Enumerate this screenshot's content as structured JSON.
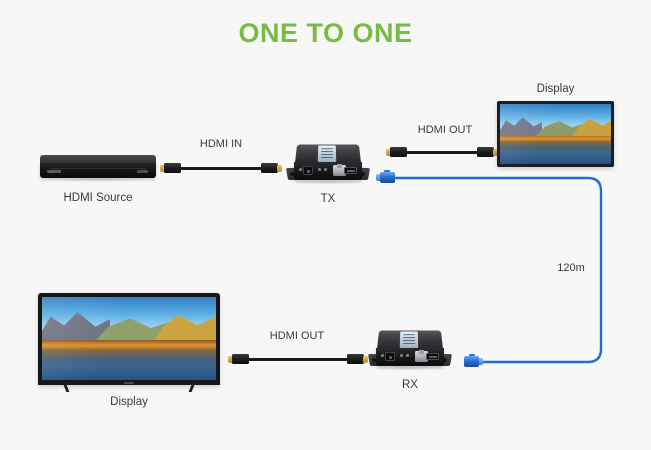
{
  "page": {
    "title": "ONE TO ONE",
    "background_color": "#f7f7f7",
    "title_color": "#76bc43"
  },
  "diagram": {
    "type": "hdmi-extender-one-to-one-topology",
    "nodes": [
      {
        "id": "hdmi-source",
        "caption": "HDMI Source",
        "kind": "blu-ray-player"
      },
      {
        "id": "tx",
        "caption": "TX",
        "kind": "hdmi-extender-transmitter"
      },
      {
        "id": "display-top",
        "caption": "Display",
        "kind": "monitor"
      },
      {
        "id": "rx",
        "caption": "RX",
        "kind": "hdmi-extender-receiver"
      },
      {
        "id": "display-bottom",
        "caption": "Display",
        "kind": "television"
      }
    ],
    "cable_labels": {
      "hdmi_in": "HDMI IN",
      "hdmi_out_top": "HDMI OUT",
      "hdmi_out_bottom": "HDMI OUT",
      "distance": "120m"
    },
    "cables": [
      {
        "id": "hdmi-in-cable",
        "label": "HDMI IN",
        "from": "hdmi-source",
        "to": "tx",
        "color": "#1b1b1d",
        "kind": "hdmi"
      },
      {
        "id": "hdmi-out-top-cable",
        "label": "HDMI OUT",
        "from": "tx",
        "to": "display-top",
        "color": "#1b1b1d",
        "kind": "hdmi"
      },
      {
        "id": "cat-cable",
        "label": "120m",
        "from": "tx",
        "to": "rx",
        "color": "#1f6fd0",
        "kind": "cat-ethernet"
      },
      {
        "id": "hdmi-out-bottom-cable",
        "label": "HDMI OUT",
        "from": "rx",
        "to": "display-bottom",
        "color": "#1b1b1d",
        "kind": "hdmi"
      }
    ]
  }
}
